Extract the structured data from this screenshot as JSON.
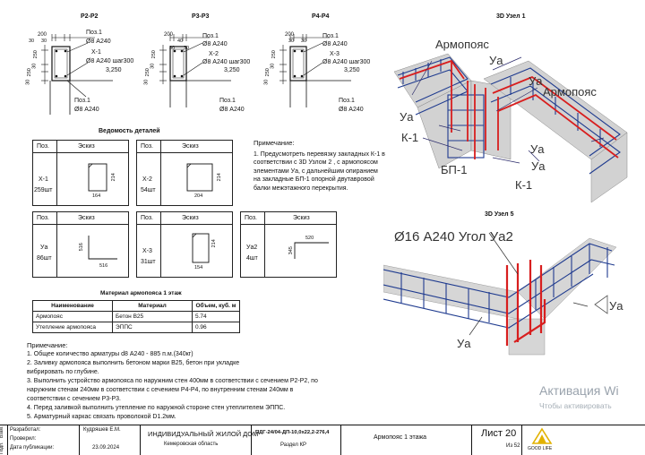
{
  "sections": {
    "p2": "Р2-Р2",
    "p3": "Р3-Р3",
    "p4": "Р4-Р4",
    "node1": "3D Узел 1",
    "node5": "3D Узел 5"
  },
  "sec_p2": {
    "dims_top": [
      "200",
      "30",
      "30"
    ],
    "dims_side": [
      "250",
      "30",
      "250",
      "30"
    ],
    "labels": [
      "Поз.1",
      "Ø8 А240",
      "Х-1",
      "Ø8 А240 шаг300",
      "3,250",
      "Поз.1",
      "Ø8 А240"
    ]
  },
  "sec_p3": {
    "dims_top": [
      "200",
      "40",
      "30",
      "30"
    ],
    "dims_side": [
      "250",
      "30",
      "250",
      "30"
    ],
    "labels": [
      "Поз.1",
      "Ø8 А240",
      "Х-2",
      "Ø8 А240 шаг300",
      "3,250",
      "Поз.1",
      "Ø8 А240"
    ]
  },
  "sec_p4": {
    "dims_top": [
      "200",
      "30",
      "30"
    ],
    "dims_side": [
      "250",
      "30",
      "250",
      "30"
    ],
    "labels": [
      "Поз.1",
      "Ø8 А240",
      "Х-3",
      "Ø8 А240 шаг300",
      "3,250",
      "Поз.1",
      "Ø8 А240"
    ]
  },
  "schedule": {
    "title": "Ведомость деталей",
    "pos_header": "Поз.",
    "sketch_header": "Эскиз",
    "cards": [
      {
        "pos": "Х-1",
        "qty": "259шт",
        "dim_w": "164",
        "dim_h": "214"
      },
      {
        "pos": "Х-2",
        "qty": "54шт",
        "dim_w": "204",
        "dim_h": "214"
      },
      {
        "pos": "Уа",
        "qty": "86шт",
        "dim_w": "516",
        "dim_h": "516"
      },
      {
        "pos": "Х-3",
        "qty": "31шт",
        "dim_w": "154",
        "dim_h": "214"
      },
      {
        "pos": "Уа2",
        "qty": "4шт",
        "dim_w": "520",
        "dim_h": "345"
      }
    ]
  },
  "note_right": {
    "title": "Примечание:",
    "lines": [
      "1. Предусмотреть перевязку закладных К-1 в",
      "соответствии с 3D Узлом 2 , с армопоясом",
      "элементами Уа, с дальнейшим опиранием",
      "на закладные БП-1 опорной двутавровой",
      "балки межэтажного перекрытия."
    ]
  },
  "node1": {
    "labels": [
      "Армопояс",
      "Уа",
      "Уа",
      "Армопояс",
      "Уа",
      "К-1",
      "Уа",
      "Уа",
      "БП-1",
      "К-1"
    ]
  },
  "node5": {
    "labels": [
      "Ø16 А240 Угол Уа2",
      "Уа",
      "Уа"
    ]
  },
  "material": {
    "title": "Материал армопояса 1 этаж",
    "headers": [
      "Наименование",
      "Материал",
      "Объем, куб. м"
    ],
    "rows": [
      [
        "Армопояс",
        "Бетон В25",
        "5.74"
      ],
      [
        "Утепление армопояса",
        "ЭППС",
        "0.96"
      ]
    ]
  },
  "notes_bottom": {
    "title": "Примечание:",
    "lines": [
      "1. Общее количество арматуры d8 А240 - 885 п.м.(340кг)",
      "2. Заливку армопояса выполнить бетоном марки В25, бетон при укладке",
      "вибрировать по глубине.",
      "3. Выполнить устройство армопояса по наружним стен 400мм в соответствии с сечением Р2-Р2, по",
      "наружним стенам 240мм в соответствии с сечением Р4-Р4, по внутренним стенам 240мм в",
      "соответствии с сечением Р3-Р3.",
      "4. Перед заливкой выполнить утепление по наружной стороне стен утеплителем ЭППС.",
      "5. Арматурный каркас связать проволокой D1.2мм."
    ]
  },
  "stamp": {
    "side_labels": [
      "Взам.",
      "Подп."
    ],
    "roles": [
      "Разработал:",
      "Проверил:",
      "Дата публикации:"
    ],
    "names": [
      "Кудряшев Е.М.",
      "",
      "23.09.2024"
    ],
    "project": "ИНДИВИДУАЛЬНЫЙ ЖИЛОЙ ДОМ",
    "region": "Кемеровская область",
    "code": "ПДГ-24/04-ДП-10,0х22,2-276,4",
    "section": "Раздел КР",
    "sheet_title": "Армопояс 1 этажа",
    "sheet_label": "Лист 20",
    "sheet_of": "Из 52",
    "brand": "GOOD LIFE"
  },
  "watermark": {
    "line1": "Активация Wi",
    "line2": "Чтобы активировать"
  },
  "colors": {
    "rebar_red": "#d81e1e",
    "rebar_blue": "#1f3b8f",
    "concrete": "#c9c9c9",
    "line": "#111111"
  }
}
